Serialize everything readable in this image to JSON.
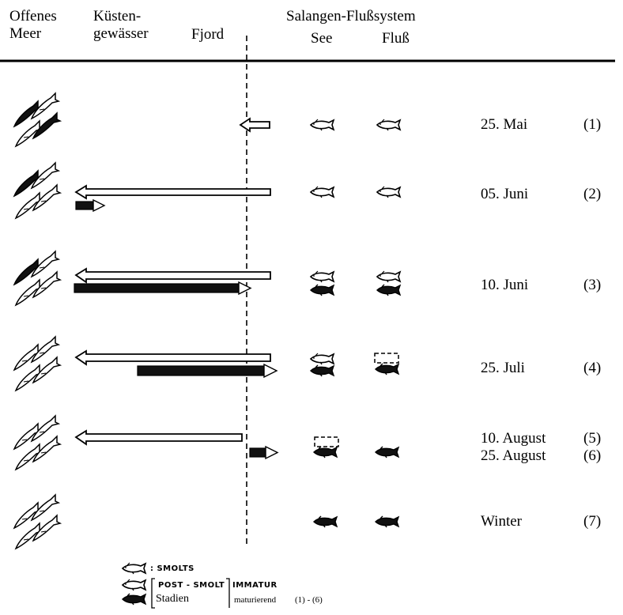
{
  "header": {
    "col1_line1": "Offenes",
    "col1_line2": "Meer",
    "col2_line1": "Küsten-",
    "col2_line2": "gewässer",
    "col3": "Fjord",
    "system": "Salangen-Flußsystem",
    "see": "See",
    "fluss": "Fluß"
  },
  "rows": [
    {
      "date": "25. Mai",
      "num": "(1)"
    },
    {
      "date": "05. Juni",
      "num": "(2)"
    },
    {
      "date": "10. Juni",
      "num": "(3)"
    },
    {
      "date": "25. Juli",
      "num": "(4)"
    },
    {
      "date": "10. August",
      "num": "(5)",
      "date2": "25. August",
      "num2": "(6)"
    },
    {
      "date": "Winter",
      "num": "(7)"
    }
  ],
  "legend": {
    "smolts": ": SMOLTS",
    "post_smolt": "POST - SMOLT",
    "immatur": "IMMATUR",
    "stadien": "Stadien",
    "maturierend": "maturierend",
    "range": "(1) - (6)"
  },
  "colors": {
    "ink": "#000000",
    "open_fill": "#ffffff",
    "filled": "#111111"
  }
}
